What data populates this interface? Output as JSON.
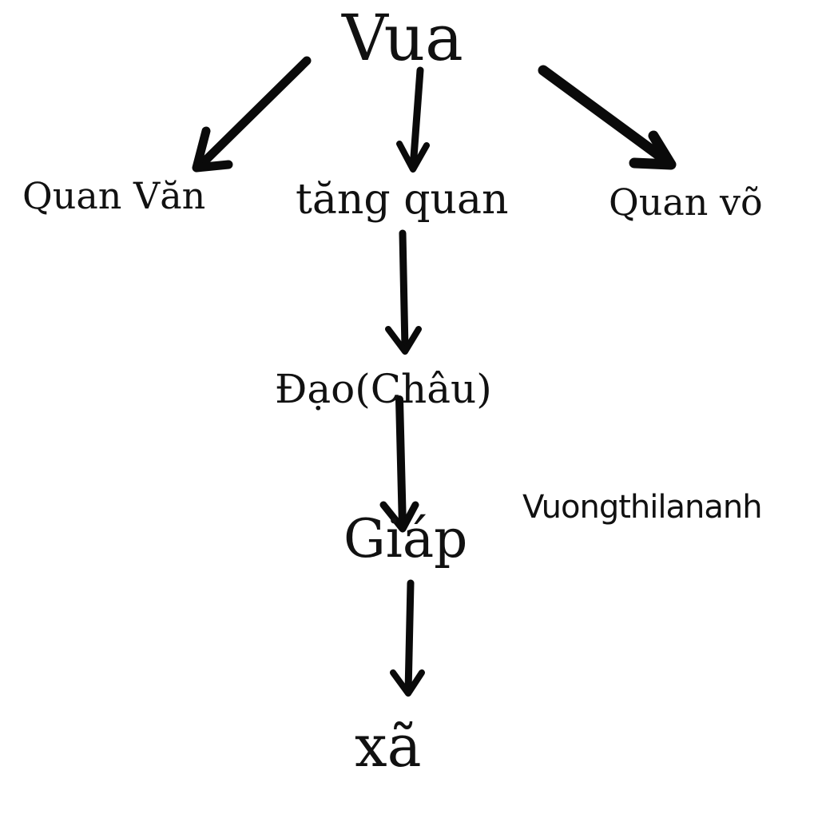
{
  "diagram": {
    "nodes": {
      "root": "Vua",
      "civil_official": "Quan Văn",
      "monk_official": "tăng quan",
      "military_official": "Quan võ",
      "province": "Đạo(Châu)",
      "district": "Giáp",
      "commune": "xã"
    },
    "watermark": "Vuongthilananh",
    "edges": [
      {
        "from": "Vua",
        "to": "Quan Văn"
      },
      {
        "from": "Vua",
        "to": "tăng quan"
      },
      {
        "from": "Vua",
        "to": "Quan võ"
      },
      {
        "from": "tăng quan",
        "to": "Đạo(Châu)"
      },
      {
        "from": "Đạo(Châu)",
        "to": "Giáp"
      },
      {
        "from": "Giáp",
        "to": "xã"
      }
    ],
    "colors": {
      "ink": "#111111",
      "background": "#ffffff"
    }
  }
}
